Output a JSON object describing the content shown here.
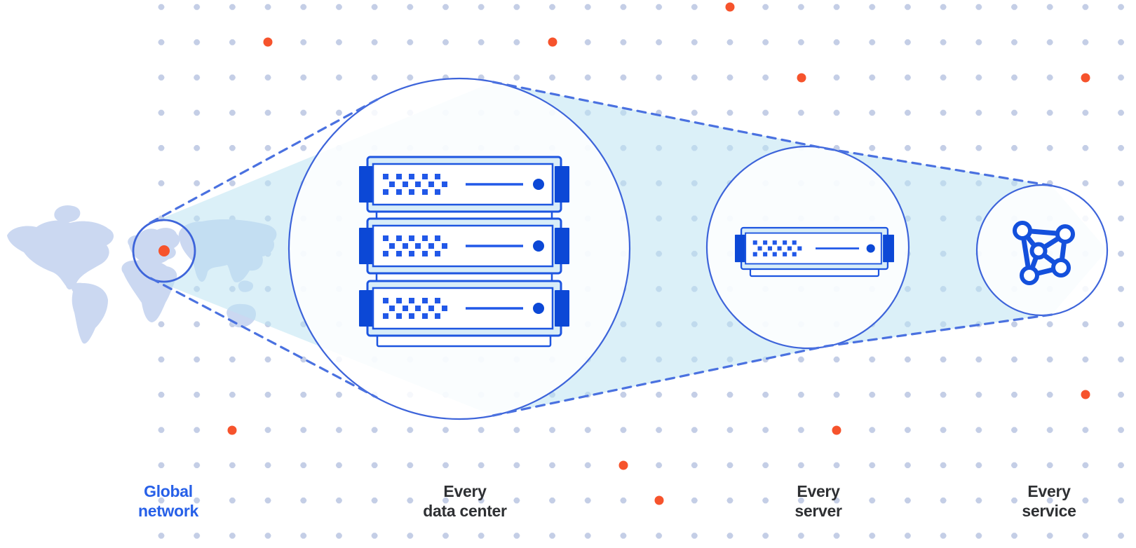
{
  "diagram": {
    "type": "zoom-progression",
    "stages": [
      {
        "name": "global-network",
        "label": "Global\nnetwork",
        "icon": "world-map-magnifier-icon",
        "label_color": "#2760E8",
        "highlighted": true
      },
      {
        "name": "every-data-center",
        "label": "Every\ndata center",
        "icon": "server-rack-icon",
        "label_color": "#2E3033",
        "highlighted": false
      },
      {
        "name": "every-server",
        "label": "Every\nserver",
        "icon": "server-icon",
        "label_color": "#2E3033",
        "highlighted": false
      },
      {
        "name": "every-service",
        "label": "Every\nservice",
        "icon": "network-graph-icon",
        "label_color": "#2E3033",
        "highlighted": false
      }
    ],
    "colors": {
      "accent_blue": "#2760E8",
      "outline_blue": "#3D64DA",
      "dash_blue": "#4A71E0",
      "deep_blue": "#0C48D6",
      "server_square_blue": "#2158E8",
      "server_body_fill": "#D8EDF8",
      "beam_fill": "#D9EEF7",
      "dot_color": "#C4CEE6",
      "orange_accent": "#F6532C",
      "map_land": "#CBD8F1",
      "label_dark": "#2E3033"
    }
  }
}
